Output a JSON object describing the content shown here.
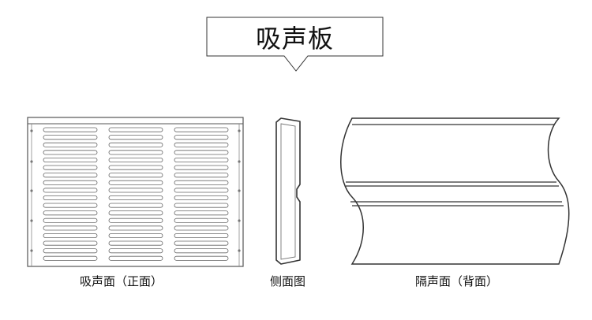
{
  "title": "吸声板",
  "captions": {
    "front": "吸声面（正面）",
    "side": "侧面图",
    "back": "隔声面（背面）"
  },
  "colors": {
    "line": "#333333",
    "background": "#ffffff"
  }
}
